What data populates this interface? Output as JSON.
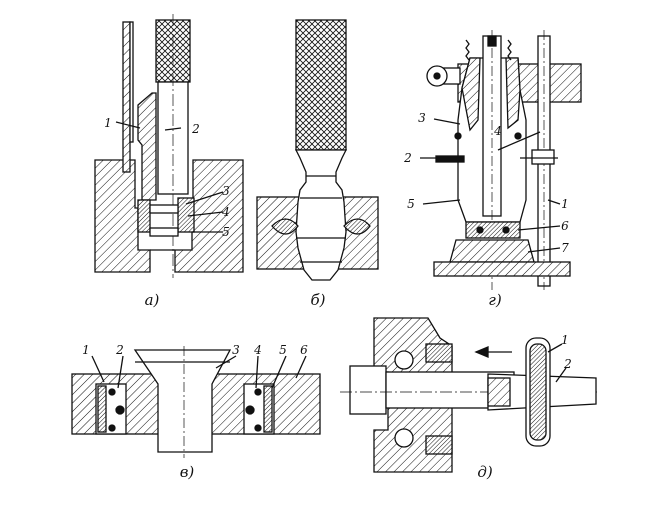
{
  "figures": [
    {
      "id": "a",
      "caption": "а)",
      "labels": [
        "1",
        "2",
        "3",
        "4",
        "5"
      ]
    },
    {
      "id": "b",
      "caption": "б)",
      "labels": []
    },
    {
      "id": "g",
      "caption": "г)",
      "labels": [
        "3",
        "4",
        "2",
        "5",
        "1",
        "6",
        "7"
      ]
    },
    {
      "id": "v",
      "caption": "в)",
      "labels": [
        "1",
        "2",
        "3",
        "4",
        "5",
        "6"
      ]
    },
    {
      "id": "d",
      "caption": "д)",
      "labels": [
        "1",
        "2"
      ]
    }
  ],
  "colors": {
    "ink": "#111111",
    "paper": "#ffffff"
  }
}
